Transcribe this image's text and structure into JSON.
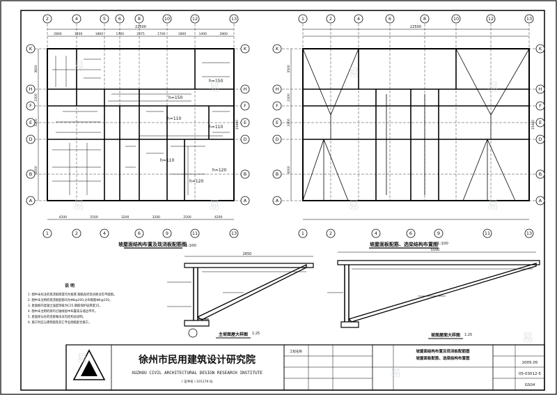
{
  "plan_left": {
    "axis_top": [
      "2",
      "4",
      "5",
      "6",
      "8",
      "10",
      "12",
      "13"
    ],
    "axis_bottom": [
      "1",
      "2",
      "4",
      "6",
      "9",
      "11",
      "13"
    ],
    "axis_side": [
      "K",
      "H",
      "F",
      "E",
      "D",
      "B",
      "A"
    ],
    "total_dim": "22500",
    "dims_top": [
      "2800",
      "1400",
      "1800",
      "1700",
      "2375",
      "1700",
      "1800",
      "1400",
      "2800"
    ],
    "dims_bottom": [
      "4200",
      "2500",
      "3200",
      "3200",
      "2500",
      "4200"
    ],
    "dims_side": [
      "3600",
      "2300",
      "3200",
      "4000"
    ],
    "dim_side_total": "15400",
    "labels": [
      "h=150",
      "h=150",
      "h=110",
      "h=110",
      "h=120",
      "h=110",
      "h=120"
    ],
    "caption": "坡屋面结构布置及现浇板配筋图",
    "scale": "1:100"
  },
  "plan_right": {
    "axis_top": [
      "1",
      "2",
      "4",
      "6",
      "8",
      "10",
      "12",
      "13"
    ],
    "axis_bottom": [
      "1",
      "2",
      "4",
      "6",
      "9",
      "11",
      "13"
    ],
    "axis_side": [
      "K",
      "H",
      "F",
      "E",
      "D",
      "B",
      "A"
    ],
    "total_dim": "22500",
    "dims_side": [
      "3500",
      "2300",
      "3300",
      "4000"
    ],
    "dim_side_total": "15400",
    "caption": "坡屋面板配筋、选梁结构布置图",
    "scale": "1:100"
  },
  "section_left": {
    "dim_top": "2650",
    "caption": "主坡面屋大样图",
    "scale": "1:25"
  },
  "section_right": {
    "dim_top": "5500",
    "caption": "坡面屋面大样图",
    "scale": "1:25"
  },
  "notes": {
    "heading": "说  明",
    "lines": [
      "1. 图中未标注的现浇板厚度均为板厚,钢筋直径及间距详见平面图。",
      "2. 图中未注明的现浇板配筋均为Φ8@200,分布钢筋Φ6@250。",
      "3. 屋面板的混凝土强度等级为C25,钢筋保护层厚度15。",
      "4. 图中未注明的梁均沿轴线居中布置或与墙边平齐。",
      "5. 屋面梁与柱的连接做法详见结构总说明。",
      "6. 施工时应与建筑图及其它专业图纸配合施工。"
    ]
  },
  "title_block": {
    "institute_cn": "徐州市民用建筑设计研究院",
    "institute_en": "XUZHOU CIVIL ARCHITECTURAL DESIGN RESEARCH INSTITUTE",
    "certificate": "( 证书号 ) 101176-SJ",
    "logo_text": "易",
    "project_label": "工程名称",
    "drawing_title_1": "坡屋面结构布置及现浇板配筋图",
    "drawing_title_2": "坡屋面板配筋、选梁结构布置图",
    "date": "2005.05",
    "drawing_no": "05-03012-5",
    "sheet_no": "GS04"
  }
}
